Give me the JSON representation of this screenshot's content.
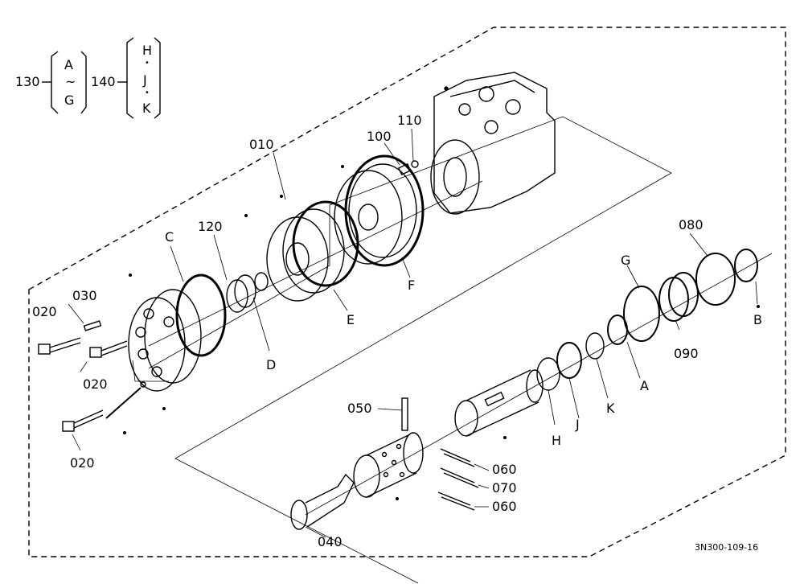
{
  "legend": {
    "group1": {
      "code": "130",
      "first": "A",
      "sep": "~",
      "last": "G"
    },
    "group2": {
      "code": "140",
      "first": "H",
      "second": "J",
      "third": "K",
      "dot": "•"
    }
  },
  "parts": {
    "p010": "010",
    "p100": "100",
    "p110": "110",
    "p120": "120",
    "p080": "080",
    "p090": "090",
    "p020a": "020",
    "p020b": "020",
    "p020c": "020",
    "p030": "030",
    "p050": "050",
    "p060a": "060",
    "p070": "070",
    "p060b": "060",
    "p040": "040"
  },
  "letters": {
    "C": "C",
    "D": "D",
    "E": "E",
    "F": "F",
    "G": "G",
    "A": "A",
    "B": "B",
    "H": "H",
    "J": "J",
    "K": "K"
  },
  "drawing_id": "3N300-109-16"
}
